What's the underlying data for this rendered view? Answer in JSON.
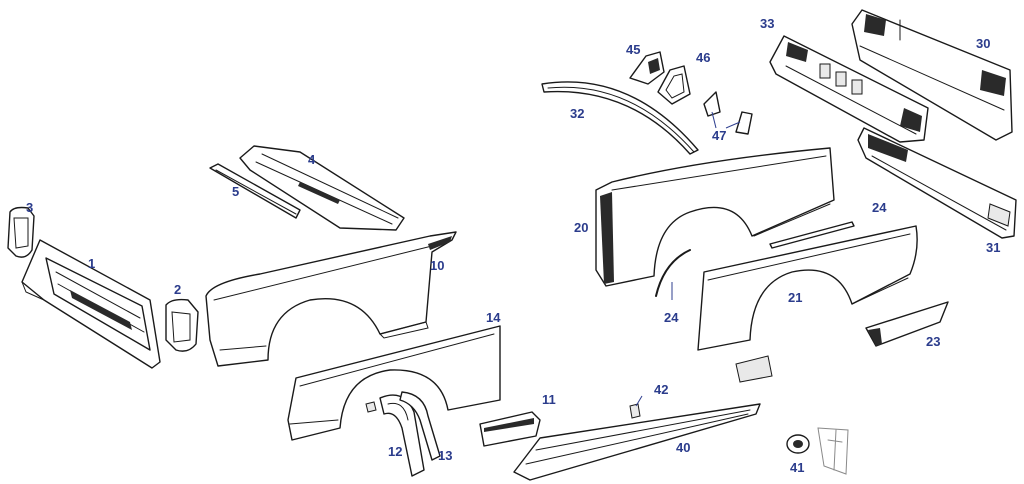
{
  "callouts": {
    "c1": "1",
    "c2": "2",
    "c3": "3",
    "c4": "4",
    "c5": "5",
    "c10": "10",
    "c11": "11",
    "c12": "12",
    "c13": "13",
    "c14": "14",
    "c20": "20",
    "c21": "21",
    "c23": "23",
    "c24a": "24",
    "c24b": "24",
    "c30": "30",
    "c31": "31",
    "c32": "32",
    "c33": "33",
    "c40": "40",
    "c41": "41",
    "c42": "42",
    "c45": "45",
    "c46": "46",
    "c47": "47"
  },
  "colors": {
    "label": "#2b3c8c",
    "ink": "#1a1a1a",
    "background": "#ffffff"
  }
}
